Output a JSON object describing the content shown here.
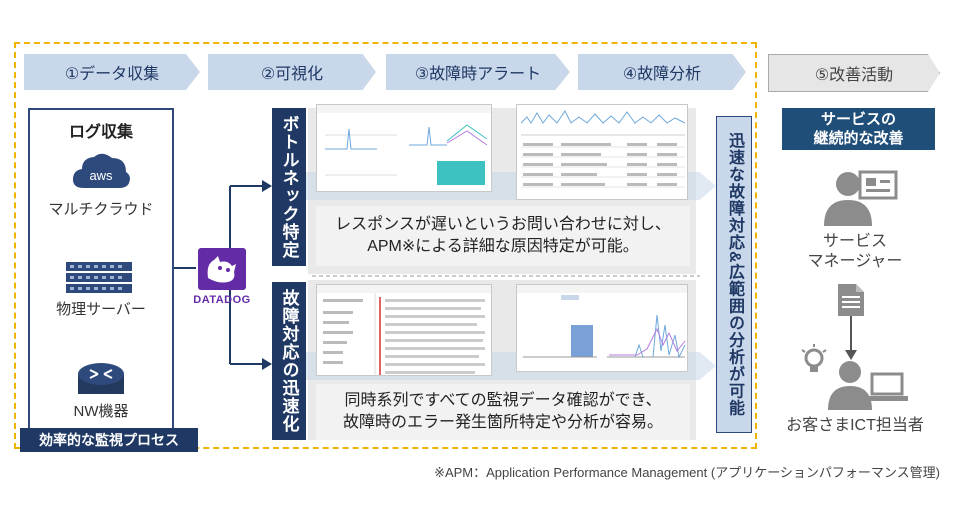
{
  "steps": [
    "①データ収集",
    "②可視化",
    "③故障時アラート",
    "④故障分析",
    "⑤改善活動"
  ],
  "log": {
    "title": "ログ収集",
    "sources": [
      "マルチクラウド",
      "物理サーバー",
      "NW機器"
    ],
    "aws_text": "aws"
  },
  "process_badge": "効率的な監視プロセス",
  "datadog_label": "DATADOG",
  "rows": [
    {
      "label": "ボトルネック特定",
      "desc": [
        "レスポンスが遅いというお問い合わせに対し、",
        "APM※による詳細な原因特定が可能。"
      ]
    },
    {
      "label": "故障対応の迅速化",
      "desc": [
        "同時系列ですべての監視データ確認ができ、",
        "故障時のエラー発生箇所特定や分析が容易。"
      ]
    }
  ],
  "right_bar": "迅速な故障対応&広範囲の分析が可能",
  "improve": [
    "サービスの",
    "継続的な改善"
  ],
  "service_manager": [
    "サービス",
    "マネージャー"
  ],
  "customer": "お客さまICT担当者",
  "footnote": "※APM：Application Performance Management (アプリケーションパフォーマンス管理)",
  "colors": {
    "navy": "#1f3864",
    "step_blue": "#c9d7ea",
    "dashed": "#f0b400",
    "teal": "#3ec1c1",
    "datadog": "#632ca6"
  }
}
